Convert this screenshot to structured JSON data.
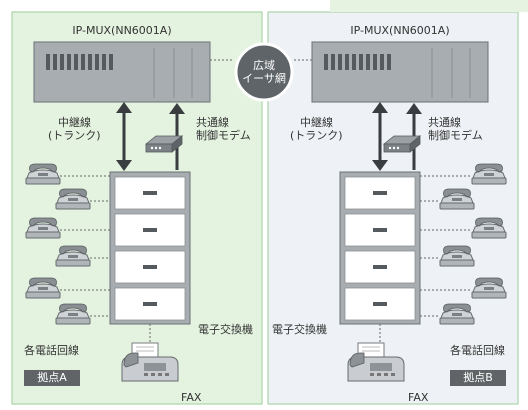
{
  "sites": [
    {
      "mux_label": "IP-MUX(NN6001A)",
      "trunk_label_1": "中継線",
      "trunk_label_2": "(トランク)",
      "modem_label_1": "共通線",
      "modem_label_2": "制御モデム",
      "pbx_label": "電子交換機",
      "phones_label": "各電話回線",
      "fax_label": "FAX",
      "site_tag": "拠点A"
    },
    {
      "mux_label": "IP-MUX(NN6001A)",
      "trunk_label_1": "中継線",
      "trunk_label_2": "(トランク)",
      "modem_label_1": "共通線",
      "modem_label_2": "制御モデム",
      "pbx_label": "電子交換機",
      "phones_label": "各電話回線",
      "fax_label": "FAX",
      "site_tag": "拠点B"
    }
  ],
  "network": {
    "line1": "広域",
    "line2": "イーサ網"
  },
  "colors": {
    "site_a_bg": "#e4f3e0",
    "site_a_border": "#9ccf9a",
    "site_b_bg": "#eef1f5",
    "site_b_border": "#9ccf9a",
    "device_gray": "#a8adb1",
    "tag_bg": "#606467"
  }
}
